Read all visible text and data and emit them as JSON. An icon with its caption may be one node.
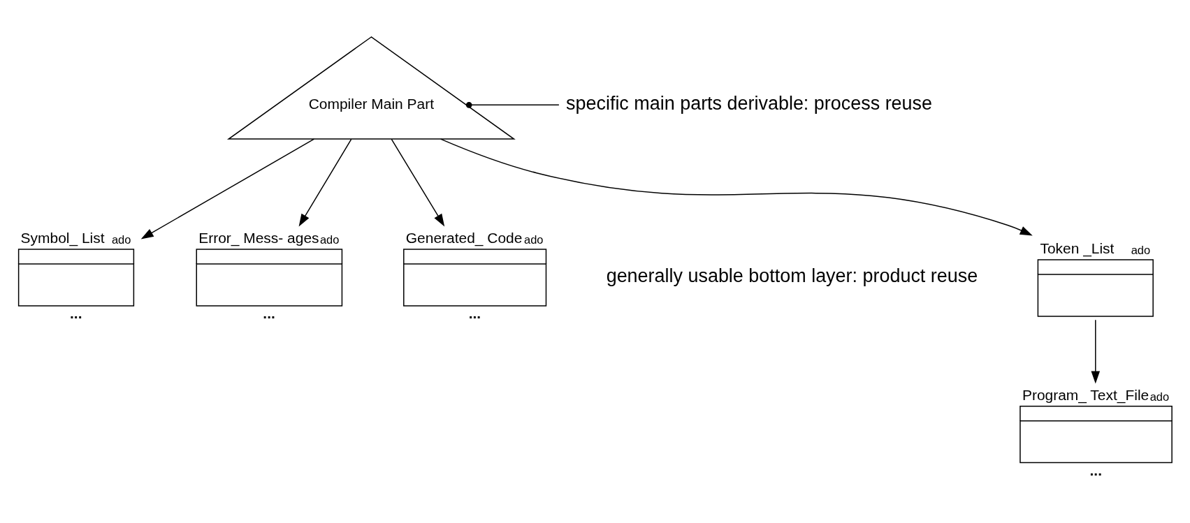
{
  "diagram": {
    "nodes": [
      {
        "text": [
          "Compiler Main Part"
        ]
      },
      {
        "text": [
          "specific main parts derivable: process reuse"
        ]
      },
      {
        "text": [
          "Token _List"
        ],
        "beside": [
          "ado"
        ]
      },
      {
        "text": [
          "Symbol_ List"
        ],
        "beside": [
          "ado",
          "..."
        ]
      },
      {
        "text": [
          "Error_ Mess- ages"
        ],
        "beside": [
          "ado",
          "..."
        ]
      },
      {
        "text": [
          "Generated_ Code"
        ],
        "beside": [
          "ado",
          "..."
        ]
      },
      {
        "text": [
          "Program_ Text_File"
        ],
        "beside": [
          "ado",
          "..."
        ]
      }
    ],
    "edges": [
      {
        "from": 1,
        "to": 0,
        "arrow": "other"
      },
      {
        "from": 0,
        "to": 2,
        "arrow": "to"
      },
      {
        "from": 0,
        "to": 3,
        "arrow": "to"
      },
      {
        "from": 0,
        "to": 4,
        "arrow": "to"
      },
      {
        "from": 0,
        "to": 5,
        "arrow": "to"
      },
      {
        "from": 2,
        "to": 6,
        "arrow": "to"
      }
    ],
    "labels": [
      "generally usable bottom layer: product reuse"
    ]
  }
}
